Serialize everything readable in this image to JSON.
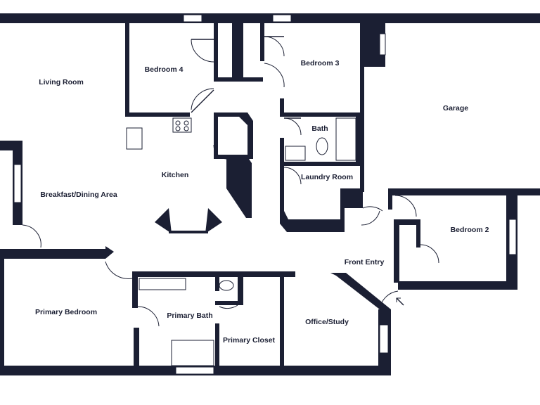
{
  "floor_plan": {
    "rooms": {
      "living_room": "Living Room",
      "bedroom_4": "Bedroom 4",
      "bedroom_3": "Bedroom 3",
      "garage": "Garage",
      "bath": "Bath",
      "kitchen": "Kitchen",
      "laundry_room": "Laundry Room",
      "breakfast_dining": "Breakfast/Dining Area",
      "bedroom_2": "Bedroom 2",
      "front_entry": "Front Entry",
      "primary_bedroom": "Primary Bedroom",
      "primary_bath": "Primary Bath",
      "primary_closet": "Primary Closet",
      "office_study": "Office/Study"
    },
    "colors": {
      "wall": "#1b1f33",
      "background": "#ffffff"
    }
  }
}
